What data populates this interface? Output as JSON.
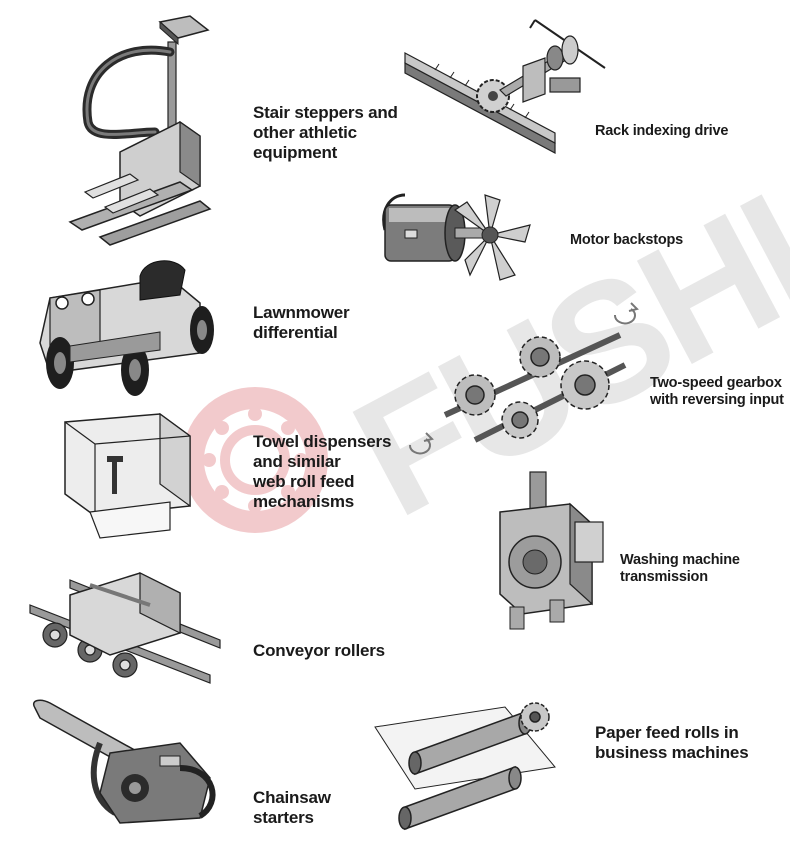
{
  "labels": {
    "stair": [
      "Stair steppers and",
      "other athletic",
      "equipment"
    ],
    "rack": [
      "Rack indexing drive"
    ],
    "motor": [
      "Motor backstops"
    ],
    "lawn": [
      "Lawnmower",
      "differential"
    ],
    "gearbox": [
      "Two-speed gearbox",
      "with reversing input"
    ],
    "towel": [
      "Towel dispensers",
      "and similar",
      "web roll feed",
      "mechanisms"
    ],
    "washing": [
      "Washing machine",
      "transmission"
    ],
    "conveyor": [
      "Conveyor rollers"
    ],
    "paper": [
      "Paper feed rolls in",
      "business machines"
    ],
    "chainsaw": [
      "Chainsaw",
      "starters"
    ]
  },
  "watermark": "FUSHI",
  "colors": {
    "text": "#1a1a1a",
    "watermark_red": "#e8a0a4",
    "watermark_gray": "#d4d4d4",
    "metal_dark": "#3a3a3a",
    "metal_mid": "#8a8a8a",
    "metal_light": "#d9d9d9"
  }
}
